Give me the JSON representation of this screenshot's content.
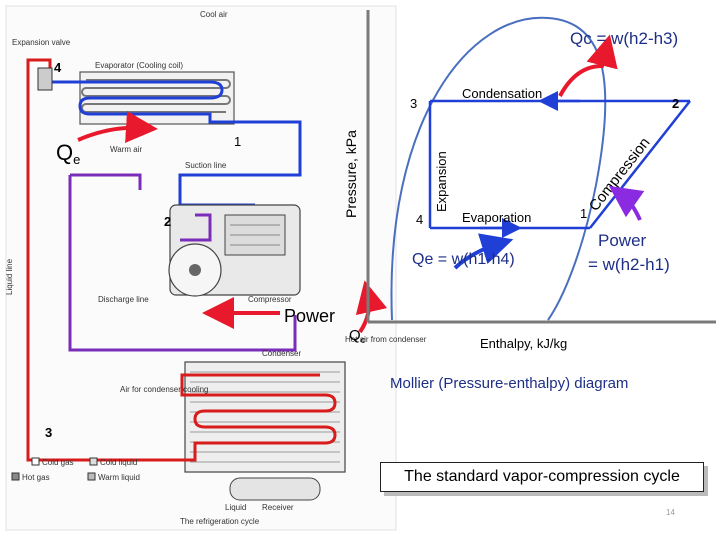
{
  "schematic": {
    "labels": {
      "cool_air": "Cool air",
      "expansion_valve": "Expansion valve",
      "evaporator": "Evaporator   (Cooling coil)",
      "warm_air": "Warm air",
      "suction_line": "Suction line",
      "discharge_line": "Discharge line",
      "liquid_line": "Liquid line",
      "compressor": "Compressor",
      "condenser": "Condenser",
      "air_from_condenser": "Hot air from condenser",
      "air_for_cooling": "Air for condenser cooling",
      "cold_gas": "Cold gas",
      "cold_liquid": "Cold liquid",
      "hot_gas": "Hot gas",
      "warm_liquid": "Warm liquid",
      "liquid": "Liquid",
      "receiver": "Receiver",
      "caption": "The refrigeration cycle"
    },
    "points": {
      "p1": "1",
      "p2": "2",
      "p3": "3",
      "p4": "4"
    },
    "qe": "Q",
    "qe_sub": "e",
    "power": "Power",
    "qc": "Q",
    "qc_sub": "c"
  },
  "mollier": {
    "y_axis_label": "Pressure, kPa",
    "x_axis_label": "Enthalpy, kJ/kg",
    "process_labels": {
      "condensation": "Condensation",
      "evaporation": "Evaporation",
      "expansion": "Expansion",
      "compression": "Compression"
    },
    "points": {
      "p1": "1",
      "p2": "2",
      "p3": "3",
      "p4": "4"
    },
    "qc_formula": "Qc = w(h2-h3)",
    "qe_formula": "Qe = w(h1-h4)",
    "power_label": "Power",
    "power_formula": "= w(h2-h1)",
    "caption": "Mollier (Pressure-enthalpy) diagram"
  },
  "footer_callout": "The standard vapor-compression cycle",
  "page_number": "14",
  "colors": {
    "evaporator_loop": "#1f3fd6",
    "condenser_loop": "#d81b1b",
    "suction_loop": "#7a2db8",
    "dome": "#4a6fbf",
    "axis": "#7a7a7a",
    "caption_text": "#1d2f86",
    "formula_text": "#1d2f86",
    "arrow_heat": "#e8192c",
    "arrow_power": "#8a2be2"
  }
}
